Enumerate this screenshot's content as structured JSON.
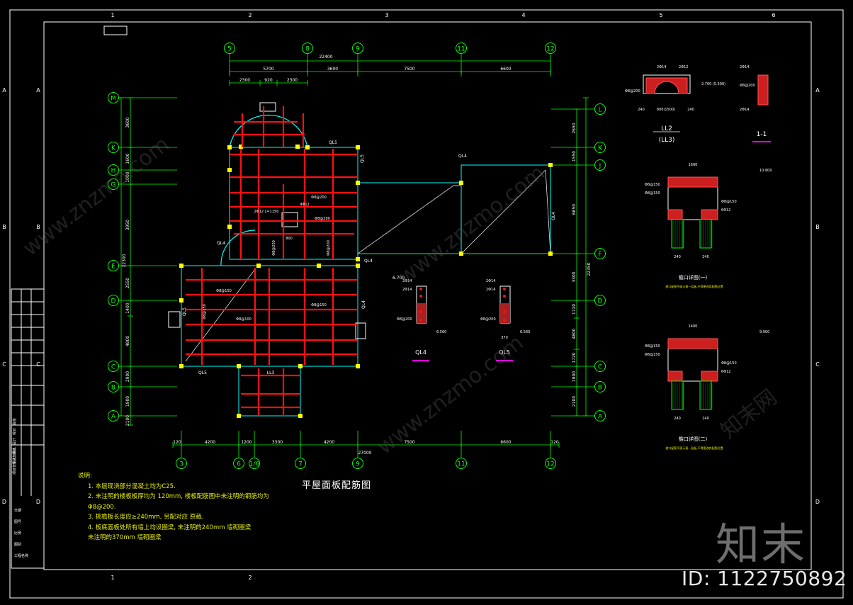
{
  "drawing_title": "平屋面板配筋图",
  "notes": {
    "heading": "说明:",
    "items": [
      "1. 本层现浇部分混凝土均为C25.",
      "2. 未注明的楼板板厚均为 120mm, 楼板配筋图中未注明的钢筋均为",
      "Φ8@200.",
      "3. 挑檐板长度应≥240mm,       另配对应      原截.",
      "4. 板底面板处所有墙上均设圈梁, 未注明的240mm       墙砌圈梁",
      "未注明的370mm       墙砌圈梁"
    ]
  },
  "col_axes_top": [
    "5",
    "8",
    "9",
    "11",
    "12"
  ],
  "col_axes_bottom": [
    "3",
    "6",
    "1/6",
    "7",
    "9",
    "11",
    "12"
  ],
  "row_axes_left": [
    "M",
    "K",
    "H",
    "G",
    "E",
    "D",
    "C",
    "B",
    "A"
  ],
  "row_axes_right": [
    "L",
    "K",
    "J",
    "F",
    "D",
    "C",
    "B",
    "A"
  ],
  "dims_top": {
    "total": "22400",
    "segments": [
      "5700",
      "3600",
      "7500",
      "6600"
    ],
    "sub": [
      "2300",
      "920",
      "2300"
    ]
  },
  "dims_bottom": {
    "segments": [
      "120",
      "4200",
      "1200",
      "3300",
      "4200",
      "7500",
      "6600",
      "120"
    ],
    "total": "27000"
  },
  "dims_left": {
    "segments": [
      "3600",
      "1600",
      "1000",
      "3950",
      "2550",
      "1400",
      "4800",
      "2900",
      "1900",
      "2100"
    ],
    "total": "22300"
  },
  "dims_right": {
    "segments": [
      "2650",
      "1550",
      "6850",
      "3300",
      "1720",
      "4800",
      "1720",
      "1900",
      "2100"
    ],
    "total": "22350"
  },
  "beam_labels": [
    "QL5",
    "QL4",
    "QL4",
    "QL4",
    "QL5",
    "QL5",
    "LL3",
    "QL4",
    "QL5",
    "QL4"
  ],
  "rebar_labels": [
    "Φ8@200",
    "4Φ12",
    "2Φ12 L=1150",
    "Φ8@200",
    "800",
    "Φ8@200",
    "Φ8@150",
    "Φ8@150",
    "Φ8@100",
    "Φ8@150",
    "Φ8@200"
  ],
  "sections": [
    {
      "label": "QL4",
      "elev": "6.700",
      "elev2": "6.560",
      "bars": [
        "2Φ14",
        "2Φ14"
      ],
      "stirrup": "Φ8@200"
    },
    {
      "label": "QL5",
      "elev2": "6.560",
      "bars": [
        "2Φ14",
        "2Φ14"
      ],
      "stirrup": "Φ8@200",
      "width": "370"
    }
  ],
  "detail_ll2": {
    "label": "LL2",
    "sublabel": "(LL3)",
    "bars": [
      "2Φ14",
      "2Φ12"
    ],
    "stirrup": "Φ8@200",
    "dims": [
      "240",
      "800(1500)",
      "240"
    ],
    "elev": "2.700 (5.500)"
  },
  "detail_1_1": {
    "label": "1-1",
    "bars": [
      "2Φ14",
      "2Φ14"
    ],
    "stirrup": "Φ8@200"
  },
  "eave_details": [
    {
      "label": "檐口详图(一)",
      "note": "檐口配筋平面示意一层板,不得更改其配筋位置",
      "elev": "10.800",
      "bars": [
        "Φ8@150",
        "Φ8@150",
        "Φ8@150",
        "6Φ12"
      ],
      "dims": [
        "1600",
        "240",
        "240"
      ]
    },
    {
      "label": "檐口详图(二)",
      "note": "檐口配筋平面示意一层板,不得更改其配筋位置",
      "elev": "9.900",
      "bars": [
        "Φ8@150",
        "Φ8@150",
        "Φ8@150",
        "6Φ12"
      ],
      "dims": [
        "1400",
        "240",
        "240"
      ]
    }
  ],
  "frame": {
    "top_numbers": [
      "1",
      "2",
      "3",
      "4",
      "5",
      "6"
    ],
    "bottom_numbers": [
      "1",
      "2"
    ],
    "side_letters": [
      "A",
      "B",
      "C",
      "D"
    ]
  },
  "title_block": [
    "会签",
    "校对",
    "设计",
    "审核",
    "专业负责人",
    "项目负责人",
    "日期",
    "图号",
    "比例",
    "图别",
    "工程名称"
  ],
  "watermark": {
    "logo": "知末",
    "id": "ID: 1122750892",
    "site": "www.znzmo.com",
    "brand": "知末网"
  },
  "colors": {
    "background": "#000000",
    "grid": "#00ff00",
    "dimension": "#00ff00",
    "rebar": "#ff1010",
    "wall": "#00ffff",
    "text": "#ffffff",
    "notes": "#e8f000",
    "column": "#ffff00"
  }
}
